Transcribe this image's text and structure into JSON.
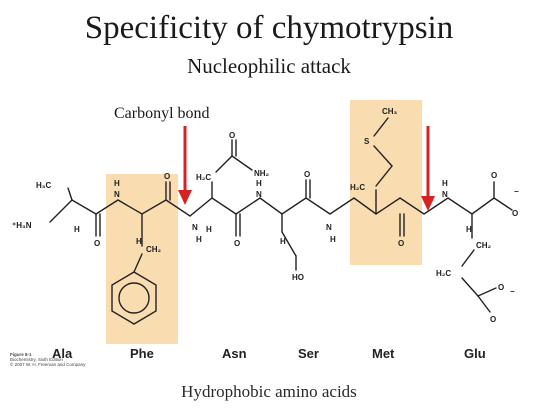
{
  "title": "Specificity of chymotrypsin",
  "subtitle": "Nucleophilic attack",
  "annotation": "Carbonyl bond",
  "footer": "Hydrophobic amino acids",
  "credit": [
    "Figure 8-1",
    "Biochemistry, Sixth Edition",
    "© 2007 W. H. Freeman and Company"
  ],
  "residues": [
    "Ala",
    "Phe",
    "Asn",
    "Ser",
    "Met",
    "Glu"
  ],
  "atoms": {
    "h3c": "H₃C",
    "h3n": "⁺H₃N",
    "h": "H",
    "n": "N",
    "o": "O",
    "ch2": "CH₂",
    "h2c": "H₂C",
    "nh2": "NH₂",
    "ho": "HO",
    "s": "S",
    "ch3": "CH₃",
    "minus": "−"
  },
  "colors": {
    "highlight": "#f9ddb0",
    "arrow": "#d62222"
  }
}
